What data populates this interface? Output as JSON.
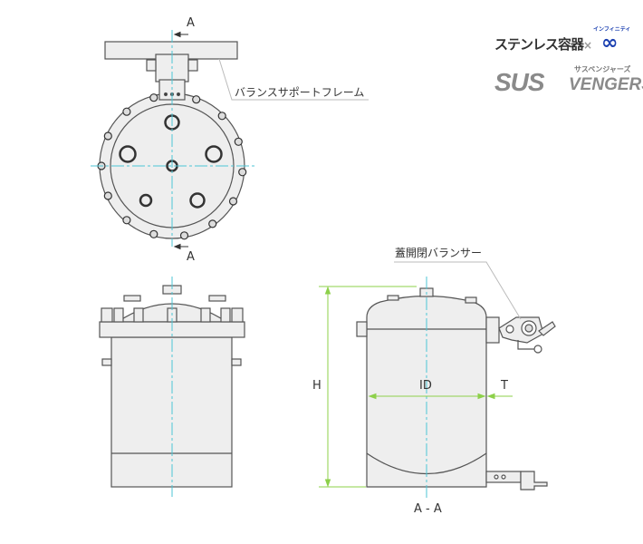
{
  "logo": {
    "line1": "ステンレス容器",
    "times": "×",
    "infinity_kana": "インフィニティ",
    "infinity_symbol": "∞",
    "sus": "SUS",
    "vengers": "VENGERS",
    "vengers_kana": "サスペンジャーズ"
  },
  "labels": {
    "section_top": "A",
    "section_bottom": "A",
    "balance_frame": "バランスサポートフレーム",
    "lid_balancer": "蓋開閉バランサー",
    "height": "H",
    "inner_diameter": "ID",
    "thickness": "T",
    "section_view": "A - A"
  },
  "colors": {
    "dimension": "#8dd04a",
    "centerline": "#4cc6d6",
    "body_fill": "#eeeeee",
    "outline": "#555555"
  }
}
